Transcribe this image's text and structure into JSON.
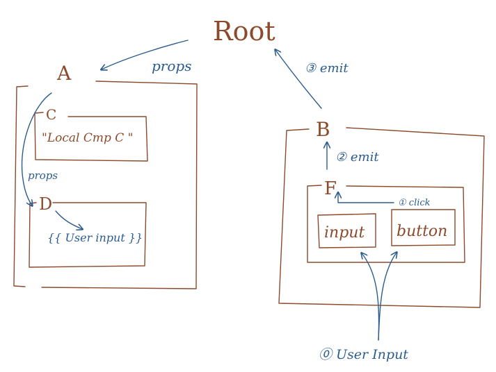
{
  "colors": {
    "component": "#8b4a2b",
    "flow": "#2b5c8f"
  },
  "nodes": {
    "root": "Root",
    "a": "A",
    "b": "B",
    "c": "C",
    "d": "D",
    "f": "F",
    "c_content": "\"Local Cmp C \"",
    "d_content": "{{ User input }}",
    "input": "input",
    "button": "button"
  },
  "edges": {
    "root_to_a": "props",
    "a_to_d": "props",
    "b_to_root": "③ emit",
    "f_to_b": "② emit",
    "button_to_f": "① click",
    "user_input": "⓪ User Input"
  }
}
